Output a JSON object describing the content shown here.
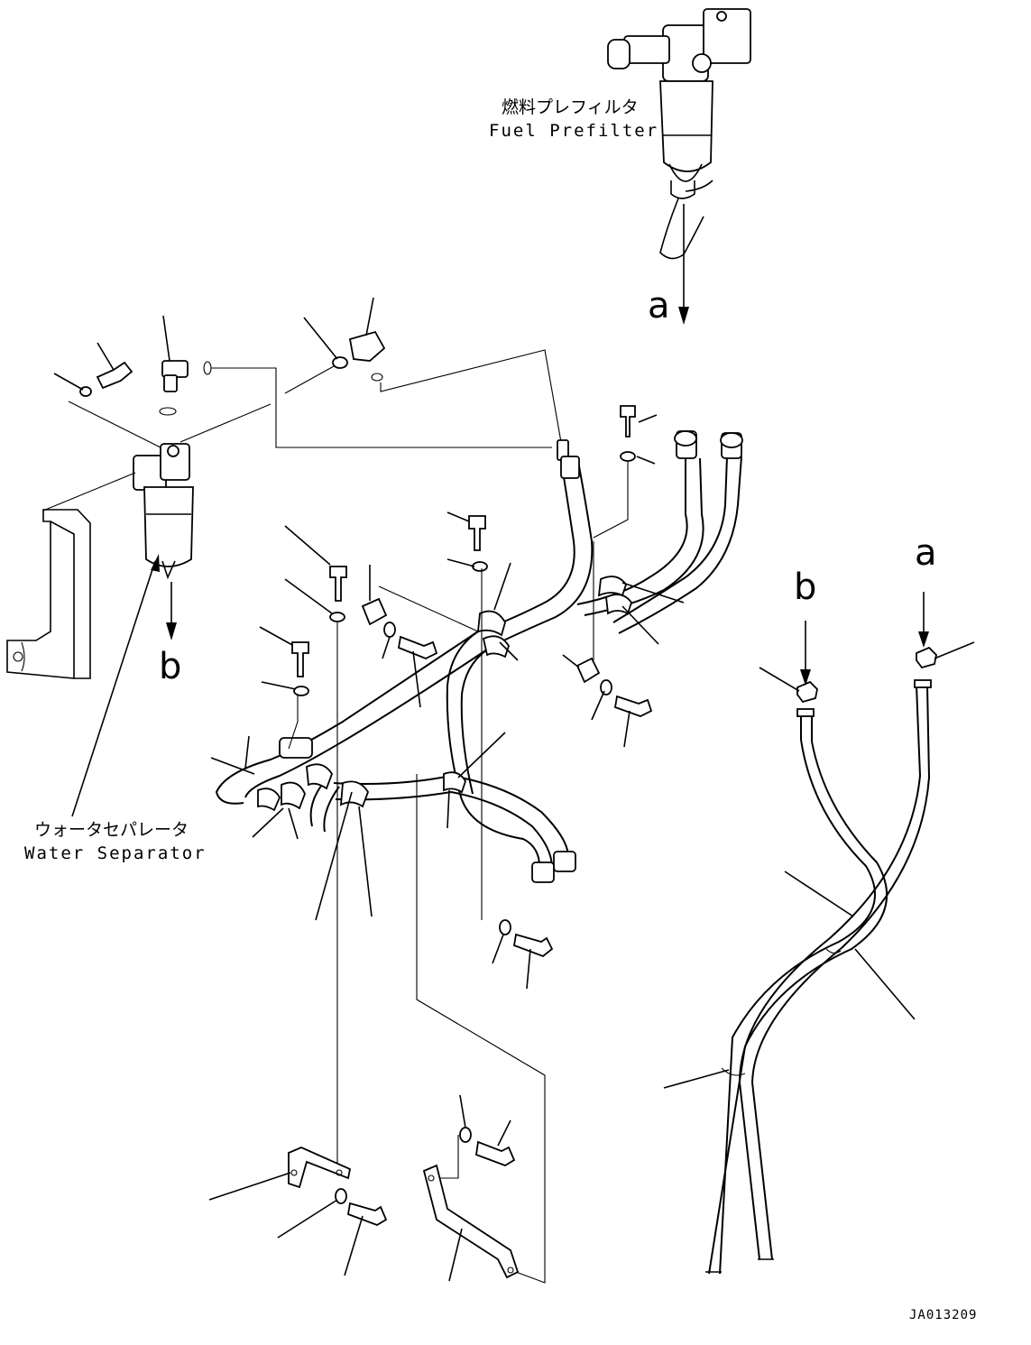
{
  "labels": {
    "fuel_prefilter_jp": "燃料プレフィルタ",
    "fuel_prefilter_en": "Fuel Prefilter",
    "water_separator_jp": "ウォータセパレータ",
    "water_separator_en": "Water Separator",
    "arrow_a": "a",
    "arrow_b": "b",
    "arrow_a_right": "a",
    "arrow_b_right": "b",
    "drawing_number": "JA013209"
  }
}
